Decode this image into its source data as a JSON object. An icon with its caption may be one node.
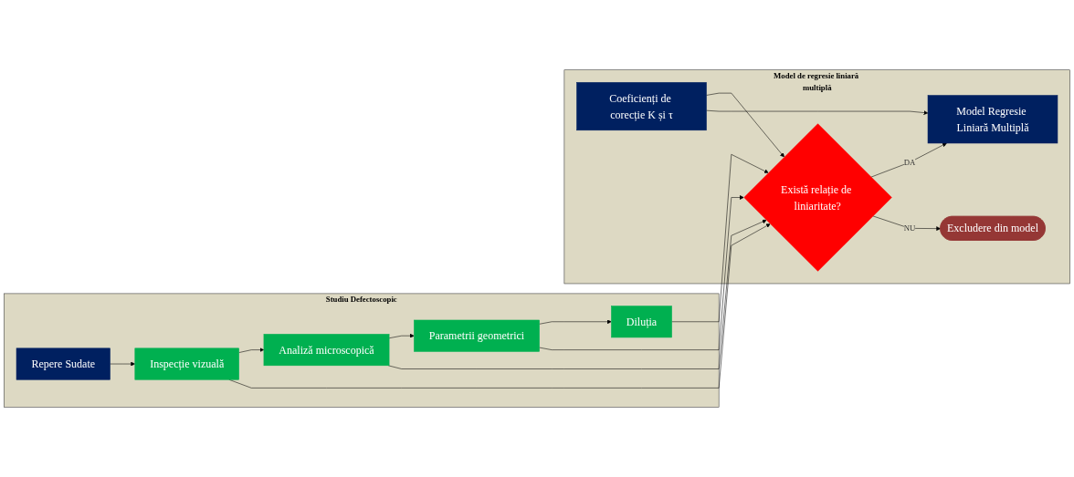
{
  "diagram": {
    "nodes": [
      {
        "text": [
          "Studiu Defectoscopic"
        ]
      },
      {
        "text": [
          "Repere Sudate"
        ],
        "in": 0
      },
      {
        "text": [
          "Inspecție vizuală"
        ],
        "in": 0
      },
      {
        "text": [
          "Analiză microscopică"
        ],
        "in": 0
      },
      {
        "text": [
          "Parametrii geometrici"
        ],
        "in": 0
      },
      {
        "text": [
          "Diluția"
        ],
        "in": 0
      },
      {
        "text": [
          "Model de regresie liniară multiplă"
        ]
      },
      {
        "text": [
          "Coeficienți de corecție K și τ"
        ],
        "in": 6
      },
      {
        "text": [
          "Există relație de liniaritate?"
        ],
        "in": 6
      },
      {
        "text": [
          "Model Regresie Liniară Multiplă"
        ],
        "in": 6
      },
      {
        "text": [
          "Excludere din model"
        ],
        "in": 6
      }
    ],
    "edges": [
      {
        "from": 1,
        "to": 2,
        "arrow": "to"
      },
      {
        "from": 2,
        "to": 3,
        "arrow": "to"
      },
      {
        "from": 3,
        "to": 4,
        "arrow": "to"
      },
      {
        "from": 4,
        "to": 5,
        "arrow": "to"
      },
      {
        "from": 2,
        "to": 8,
        "arrow": "to"
      },
      {
        "from": 3,
        "to": 8,
        "arrow": "to"
      },
      {
        "from": 4,
        "to": 8,
        "arrow": "to"
      },
      {
        "from": 5,
        "to": 8,
        "arrow": "to"
      },
      {
        "from": 7,
        "to": 8,
        "arrow": "to"
      },
      {
        "from": 7,
        "to": 9,
        "arrow": "to"
      },
      {
        "from": 8,
        "to": 9,
        "arrow": "to",
        "label": "DA"
      },
      {
        "from": 8,
        "to": 10,
        "arrow": "to",
        "label": "NU"
      }
    ]
  }
}
